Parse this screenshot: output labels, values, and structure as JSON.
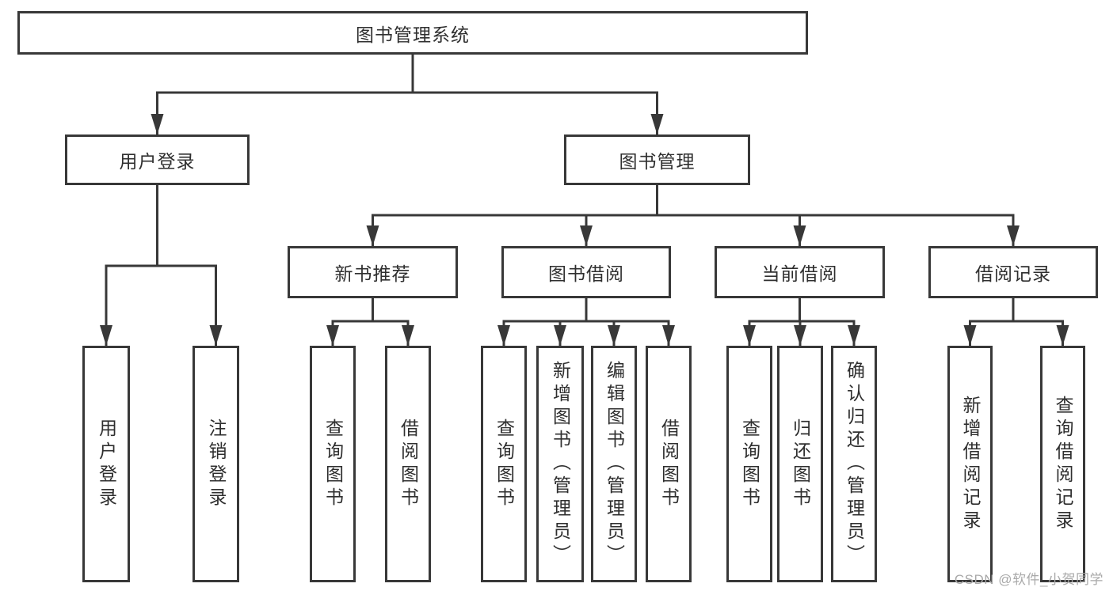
{
  "diagram_title": "图书管理系统",
  "root": {
    "label": "图书管理系统",
    "children": [
      {
        "label": "用户登录",
        "children": [
          {
            "label": "用户登录"
          },
          {
            "label": "注销登录"
          }
        ]
      },
      {
        "label": "图书管理",
        "children": [
          {
            "label": "新书推荐",
            "children": [
              {
                "label": "查询图书"
              },
              {
                "label": "借阅图书"
              }
            ]
          },
          {
            "label": "图书借阅",
            "children": [
              {
                "label": "查询图书"
              },
              {
                "label": "新增图书（管理员）"
              },
              {
                "label": "编辑图书（管理员）"
              },
              {
                "label": "借阅图书"
              }
            ]
          },
          {
            "label": "当前借阅",
            "children": [
              {
                "label": "查询图书"
              },
              {
                "label": "归还图书"
              },
              {
                "label": "确认归还（管理员）"
              }
            ]
          },
          {
            "label": "借阅记录",
            "children": [
              {
                "label": "新增借阅记录"
              },
              {
                "label": "查询借阅记录"
              }
            ]
          }
        ]
      }
    ]
  },
  "watermark": {
    "text": "CSDN @软件_小贺同学"
  },
  "colors": {
    "line": "#383838",
    "node_border": "#383838",
    "node_text": "#2f2f2f",
    "background": "#ffffff",
    "watermark_text": "#a9a9a9"
  }
}
